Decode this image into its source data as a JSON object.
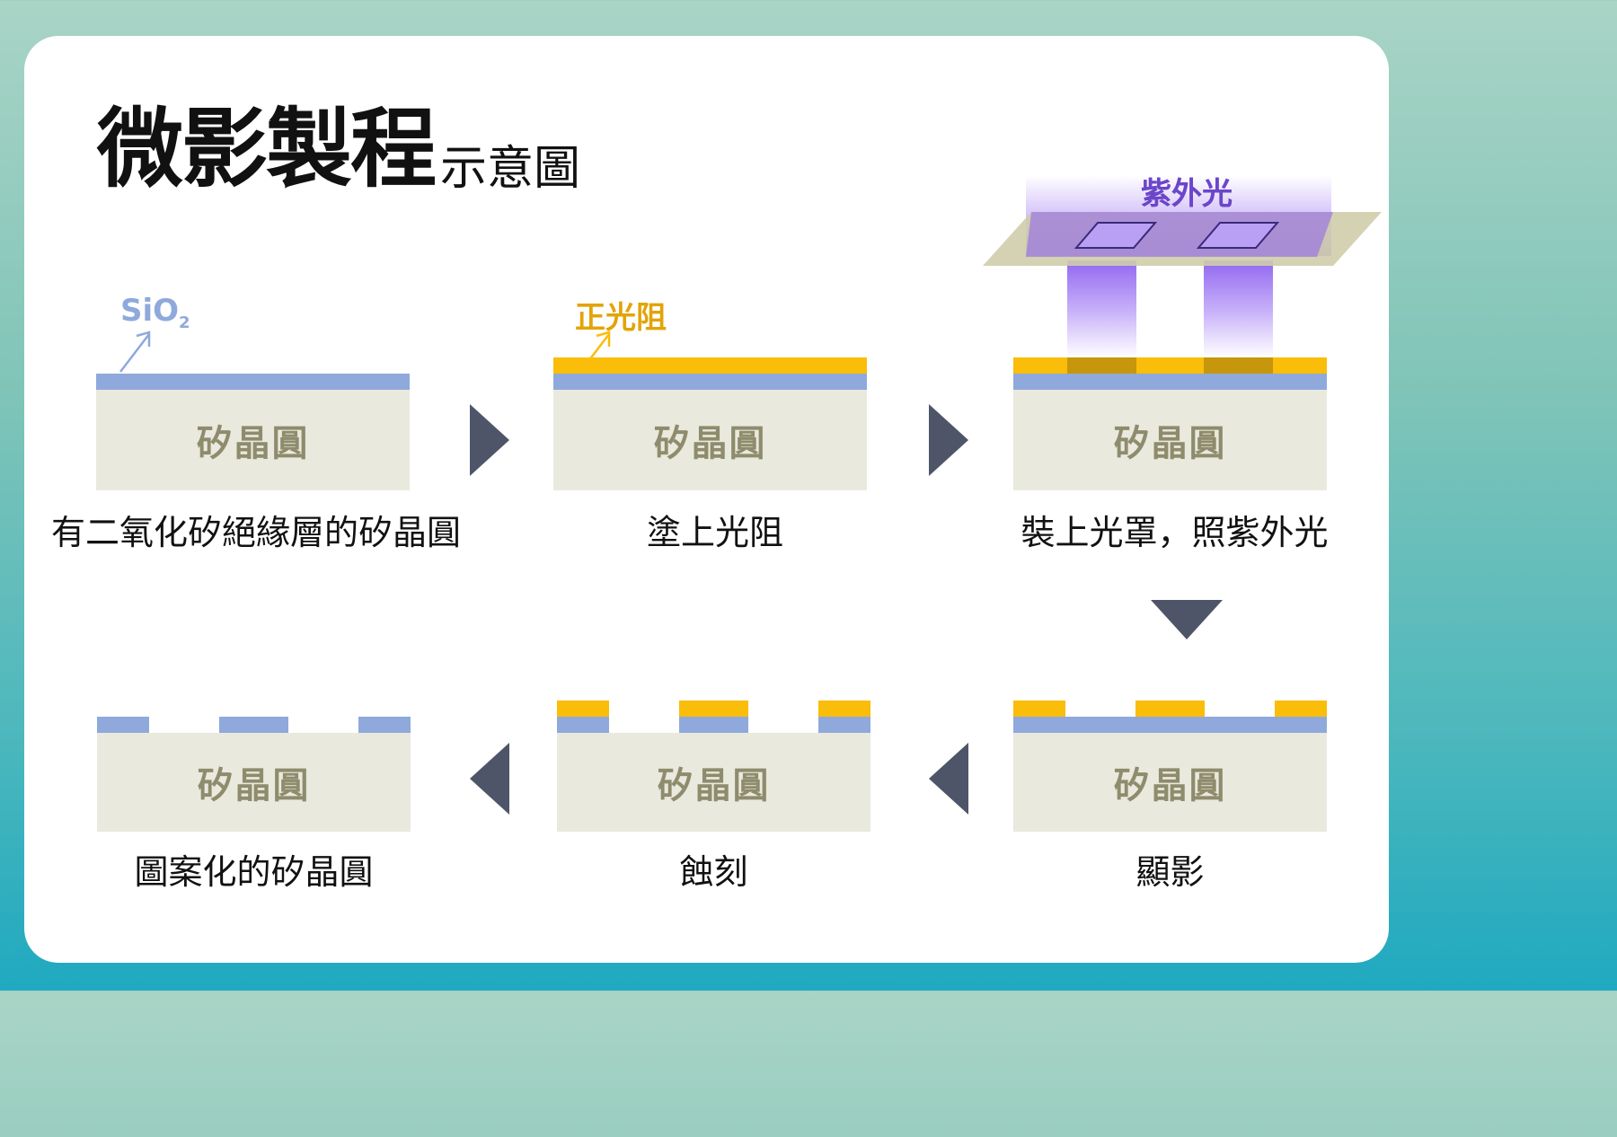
{
  "title": {
    "main": "微影製程",
    "sub": "示意圖"
  },
  "labels": {
    "wafer": "矽晶圓",
    "sio2": "SiO",
    "sio2_subscript": "2",
    "resist": "正光阻",
    "uv": "紫外光"
  },
  "steps": [
    {
      "caption": "有二氧化矽絕緣層的矽晶圓"
    },
    {
      "caption": "塗上光阻"
    },
    {
      "caption": "裝上光罩，照紫外光"
    },
    {
      "caption": "顯影"
    },
    {
      "caption": "蝕刻"
    },
    {
      "caption": "圖案化的矽晶圓"
    }
  ],
  "colors": {
    "wafer": "#e9e9de",
    "wafer_text": "#8e8c6c",
    "oxide": "#8fa9dc",
    "resist": "#f9bd0a",
    "exposed_resist": "#c6960d",
    "uv": "#8c5ff0",
    "mask": "#cfcdab",
    "arrow": "#4e5568"
  }
}
